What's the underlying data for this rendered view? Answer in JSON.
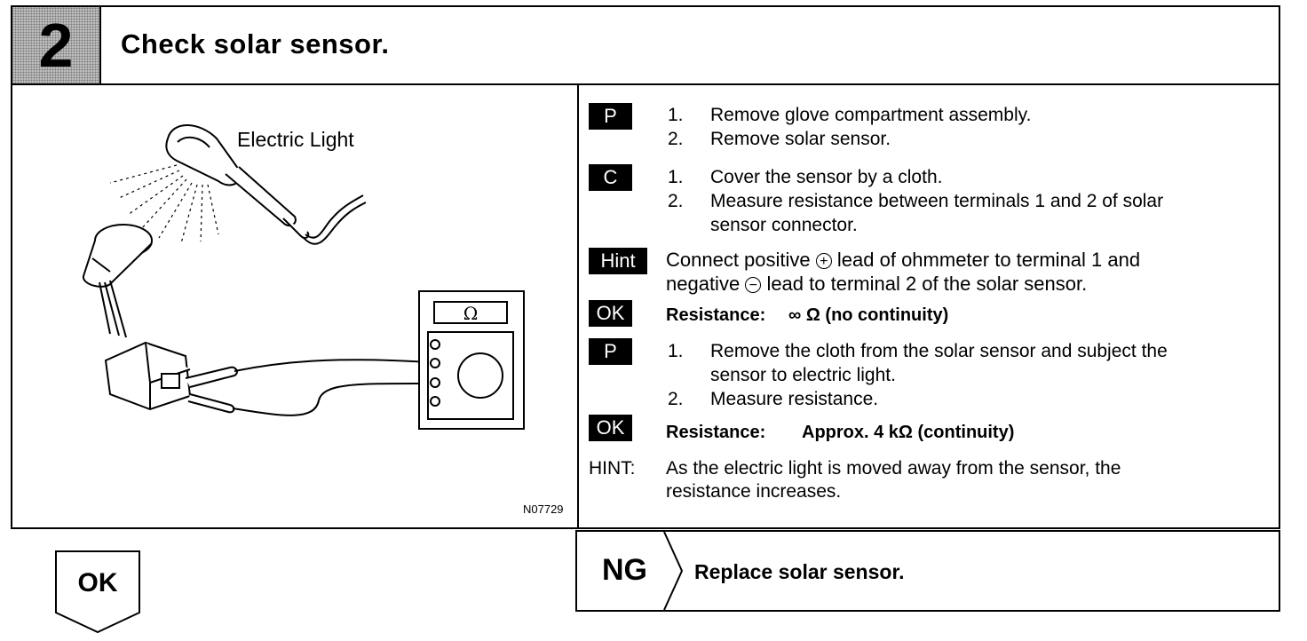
{
  "header": {
    "step_number": "2",
    "title": "Check solar sensor."
  },
  "illustration": {
    "light_label": "Electric Light",
    "meter_label": "Ω",
    "figure_code": "N07729"
  },
  "steps": {
    "p1": {
      "badge": "P",
      "items": [
        {
          "n": "1.",
          "text": "Remove glove compartment assembly."
        },
        {
          "n": "2.",
          "text": "Remove solar sensor."
        }
      ]
    },
    "c1": {
      "badge": "C",
      "items": [
        {
          "n": "1.",
          "text": "Cover the sensor by a cloth."
        },
        {
          "n": "2.",
          "text": "Measure resistance between terminals 1 and 2 of solar"
        },
        {
          "n": "",
          "text": "sensor connector."
        }
      ]
    },
    "hint1": {
      "badge": "Hint",
      "line1a": "Connect positive",
      "plus": "+",
      "line1b": "lead of ohmmeter to terminal 1 and",
      "line2a": "negative",
      "minus": "−",
      "line2b": "lead to terminal 2 of the solar sensor."
    },
    "ok1": {
      "badge": "OK",
      "label": "Resistance:",
      "value": "∞ Ω (no continuity)"
    },
    "p2": {
      "badge": "P",
      "items": [
        {
          "n": "1.",
          "text": "Remove the cloth from the solar sensor and subject the"
        },
        {
          "n": "",
          "text": "sensor to electric light."
        },
        {
          "n": "2.",
          "text": "Measure resistance."
        }
      ]
    },
    "ok2": {
      "badge": "OK",
      "label": "Resistance:",
      "value": "Approx. 4 kΩ (continuity)"
    },
    "hint2": {
      "label": "HINT:",
      "line1": "As the electric  light is moved away from the sensor, the",
      "line2": "resistance increases."
    }
  },
  "outcomes": {
    "ok_label": "OK",
    "ng_label": "NG",
    "ng_action": "Replace solar sensor."
  }
}
